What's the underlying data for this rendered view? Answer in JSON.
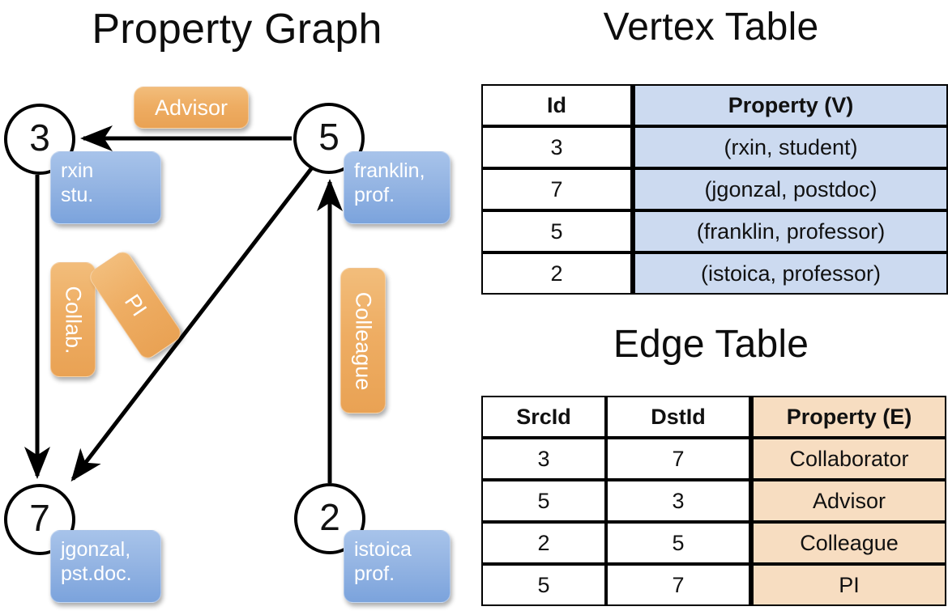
{
  "titles": {
    "property_graph": "Property Graph",
    "vertex_table": "Vertex Table",
    "edge_table": "Edge Table"
  },
  "graph": {
    "nodes": [
      {
        "id": "3",
        "property_label": [
          "rxin",
          "stu."
        ]
      },
      {
        "id": "5",
        "property_label": [
          "franklin,",
          "prof."
        ]
      },
      {
        "id": "7",
        "property_label": [
          "jgonzal,",
          "pst.doc."
        ]
      },
      {
        "id": "2",
        "property_label": [
          "istoica",
          "prof."
        ]
      }
    ],
    "edge_labels": [
      {
        "name": "advisor",
        "text": "Advisor"
      },
      {
        "name": "collab",
        "text": "Collab."
      },
      {
        "name": "pi",
        "text": "PI"
      },
      {
        "name": "colleague",
        "text": "Colleague"
      }
    ],
    "edges": [
      {
        "src": "5",
        "dst": "3",
        "label": "Advisor"
      },
      {
        "src": "3",
        "dst": "7",
        "label": "Collab."
      },
      {
        "src": "5",
        "dst": "7",
        "label": "PI"
      },
      {
        "src": "2",
        "dst": "5",
        "label": "Colleague"
      }
    ]
  },
  "vertex_table": {
    "headers": [
      "Id",
      "Property (V)"
    ],
    "rows": [
      {
        "id": "3",
        "property": "(rxin, student)"
      },
      {
        "id": "7",
        "property": "(jgonzal, postdoc)"
      },
      {
        "id": "5",
        "property": "(franklin, professor)"
      },
      {
        "id": "2",
        "property": "(istoica, professor)"
      }
    ]
  },
  "edge_table": {
    "headers": [
      "SrcId",
      "DstId",
      "Property (E)"
    ],
    "rows": [
      {
        "src": "3",
        "dst": "7",
        "property": "Collaborator"
      },
      {
        "src": "5",
        "dst": "3",
        "property": "Advisor"
      },
      {
        "src": "2",
        "dst": "5",
        "property": "Colleague"
      },
      {
        "src": "5",
        "dst": "7",
        "property": "PI"
      }
    ]
  },
  "colors": {
    "vertex_box": "#8fb0e0",
    "edge_box": "#eead63",
    "vertex_table_fill": "#ccdaf0",
    "edge_table_fill": "#f7ddc1",
    "stroke": "#000000"
  }
}
